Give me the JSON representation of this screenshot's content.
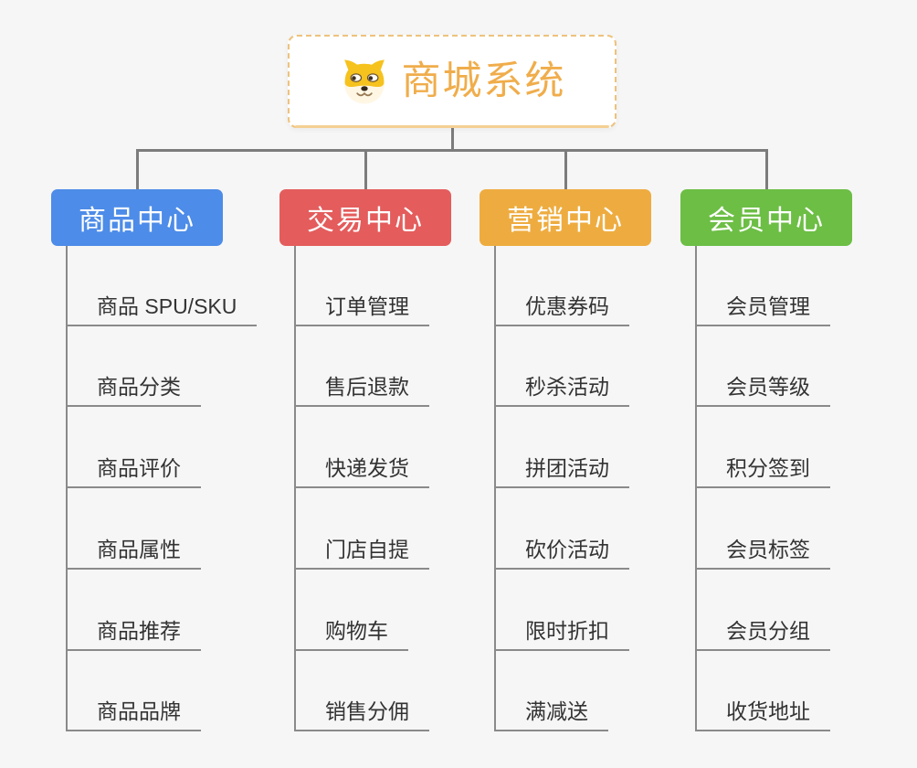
{
  "root": {
    "title": "商城系统",
    "icon": "shiba-dog-icon",
    "accent_color": "#f0ad4b",
    "border_color": "#eec27c"
  },
  "branches": [
    {
      "label": "商品中心",
      "color": "#4d8ce8",
      "children": [
        "商品 SPU/SKU",
        "商品分类",
        "商品评价",
        "商品属性",
        "商品推荐",
        "商品品牌"
      ]
    },
    {
      "label": "交易中心",
      "color": "#e45c5c",
      "children": [
        "订单管理",
        "售后退款",
        "快递发货",
        "门店自提",
        "购物车",
        "销售分佣"
      ]
    },
    {
      "label": "营销中心",
      "color": "#eeac40",
      "children": [
        "优惠券码",
        "秒杀活动",
        "拼团活动",
        "砍价活动",
        "限时折扣",
        "满减送"
      ]
    },
    {
      "label": "会员中心",
      "color": "#6cbe45",
      "children": [
        "会员管理",
        "会员等级",
        "积分签到",
        "会员标签",
        "会员分组",
        "收货地址"
      ]
    }
  ],
  "colors": {
    "background": "#f6f6f6",
    "connector": "#7c7c7c",
    "leaf_underline": "#8a8a8a",
    "leaf_text": "#333333"
  }
}
